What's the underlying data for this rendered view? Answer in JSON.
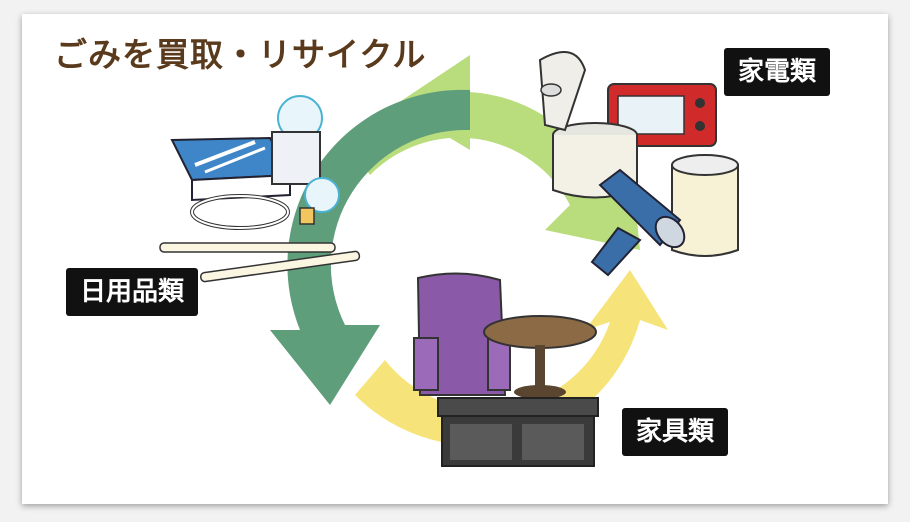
{
  "title": "ごみを買取・リサイクル",
  "labels": {
    "appliances": "家電類",
    "daily_goods": "日用品類",
    "furniture": "家具類"
  },
  "colors": {
    "title": "#5a3a1c",
    "arrow_light_green": "#b9dc7c",
    "arrow_dark_green": "#5f9e7a",
    "arrow_yellow": "#f6e47a",
    "label_bg": "#111111"
  },
  "icons": [
    "rice-cooker-icon",
    "toaster-oven-icon",
    "electric-kettle-icon",
    "hair-dryer-icon",
    "book-stack-icon",
    "light-bulb-icon",
    "fluorescent-tube-icon",
    "armchair-icon",
    "round-table-icon",
    "tv-stand-icon"
  ]
}
